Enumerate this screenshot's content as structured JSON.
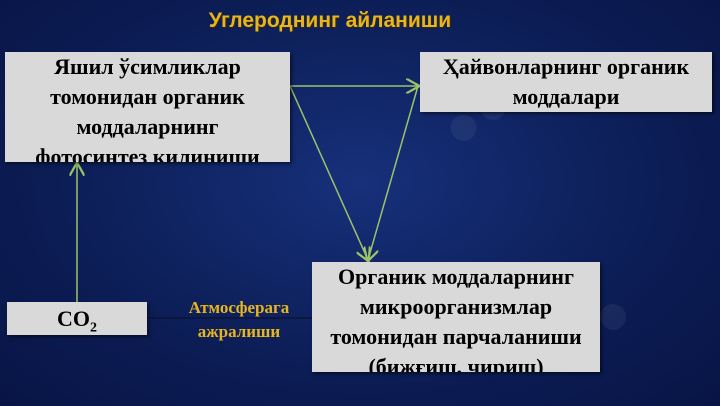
{
  "title": "Углероднинг айланиши",
  "boxes": {
    "photosynthesis": [
      "Яшил ўсимликлар",
      "томонидан органик",
      "моддаларнинг",
      "фотосинтез қилиниши"
    ],
    "animals": [
      "Ҳайвонларнинг органик",
      "моддалари"
    ],
    "microorganisms": [
      "Органик моддаларнинг",
      "микроорганизмлар",
      "томонидан парчаланиши",
      "(бижғиш, чириш)"
    ],
    "co2": {
      "main": "CO",
      "sub": "2"
    }
  },
  "release_label": [
    "Атмосферага",
    "ажралиши"
  ],
  "colors": {
    "background": "#0c1d55",
    "title": "#e7b51f",
    "box": "#d9d9d9",
    "arrow": "#9cc26a",
    "label": "#e7b51f"
  }
}
